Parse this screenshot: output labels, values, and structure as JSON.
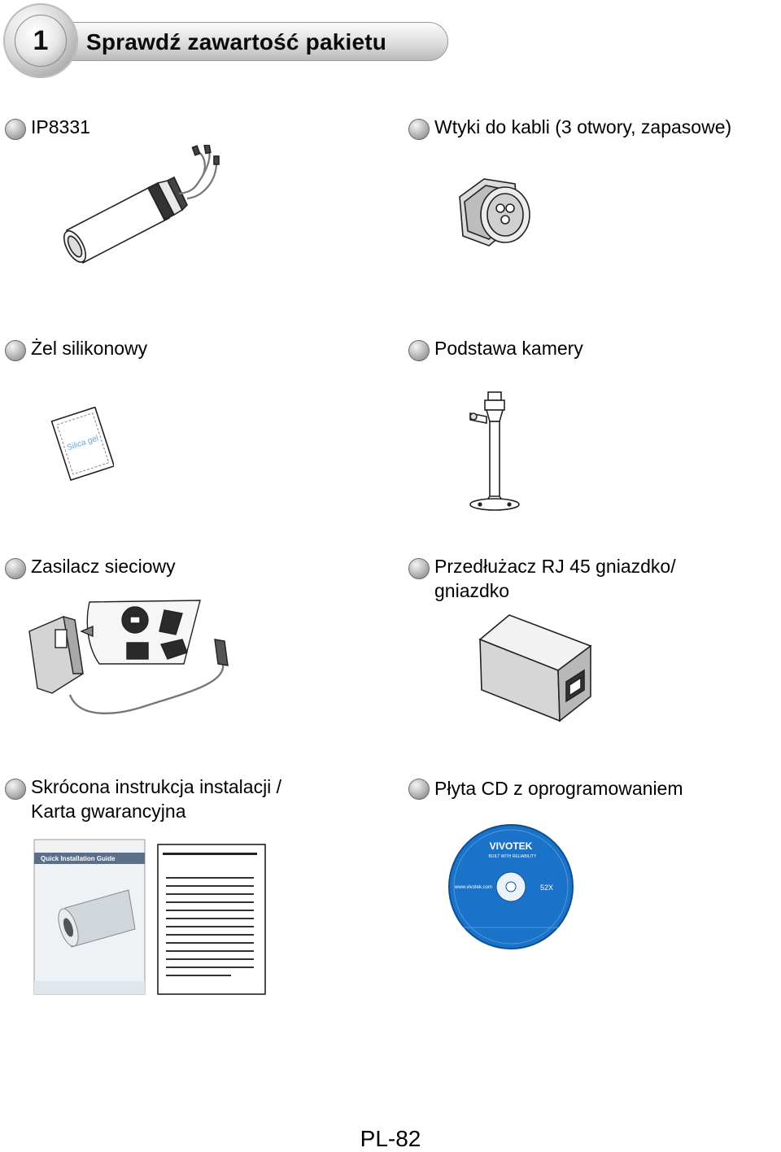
{
  "section": {
    "number": "1",
    "title": "Sprawdź zawartość pakietu"
  },
  "items": [
    {
      "label": "IP8331",
      "icon": "bullet-camera-illustration"
    },
    {
      "label": "Wtyki do kabli (3 otwory, zapasowe)",
      "icon": "cable-gland-illustration"
    },
    {
      "label": "Żel silikonowy",
      "icon": "silica-gel-pack-illustration"
    },
    {
      "label": "Podstawa kamery",
      "icon": "camera-stand-illustration"
    },
    {
      "label": "Zasilacz sieciowy",
      "icon": "power-adapter-illustration"
    },
    {
      "label_lines": [
        "Przedłużacz RJ 45 gniazdko/",
        "gniazdko"
      ],
      "icon": "rj45-coupler-illustration"
    },
    {
      "label_lines": [
        "Skrócona instrukcja instalacji /",
        "Karta gwarancyjna"
      ],
      "icon": "quick-guide-and-warranty-card-illustration"
    },
    {
      "label": "Płyta CD z oprogramowaniem",
      "icon": "software-cd-illustration"
    }
  ],
  "illustration_text": {
    "silica_pack": "Silica gel",
    "guide_title": "Quick Installation Guide",
    "cd_brand": "VIVOTEK",
    "cd_tagline": "BUILT WITH RELIABILITY",
    "cd_url": "www.vivotek.com",
    "cd_speed": "52X"
  },
  "page_number": "PL-82"
}
